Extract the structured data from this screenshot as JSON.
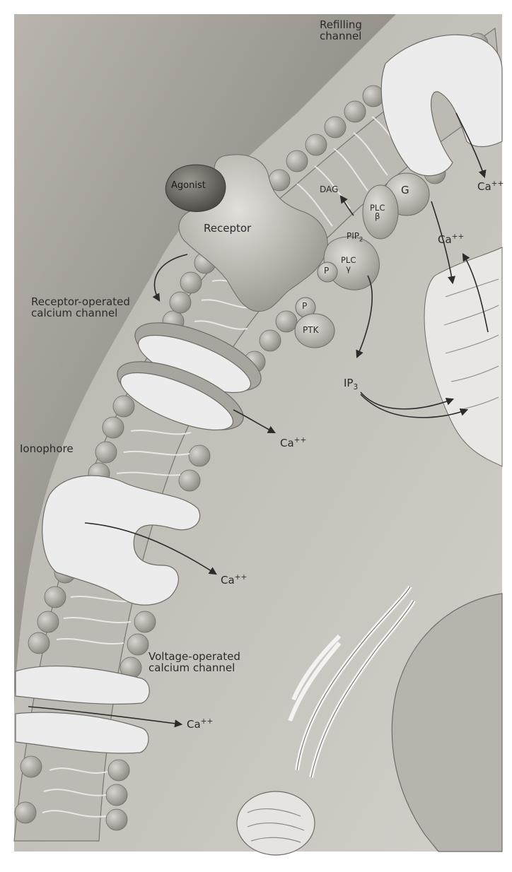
{
  "labels": {
    "refilling_channel_line1": "Refilling",
    "refilling_channel_line2": "channel",
    "agonist": "Agonist",
    "receptor": "Receptor",
    "dag": "DAG",
    "pip2": "PIP",
    "pip2_sub": "2",
    "plc_beta_line1": "PLC",
    "plc_beta_line2": "β",
    "plc_gamma_line1": "PLC",
    "plc_gamma_line2": "γ",
    "g_protein": "G",
    "p_upper": "P",
    "p_lower": "P",
    "ptk": "PTK",
    "ip3": "IP",
    "ip3_sub": "3",
    "receptor_operated_line1": "Receptor-operated",
    "receptor_operated_line2": "calcium channel",
    "ionophore": "Ionophore",
    "voltage_operated_line1": "Voltage-operated",
    "voltage_operated_line2": "calcium channel",
    "ca_symbol": "Ca",
    "ca_charge": "++"
  },
  "colors": {
    "background": "#ffffff",
    "cytoplasm": "#c9c6c0",
    "extracellular": "#8f8b85",
    "membrane_head": "#a8a49e",
    "channel": "#ececec",
    "ink": "#2b2b2b"
  }
}
